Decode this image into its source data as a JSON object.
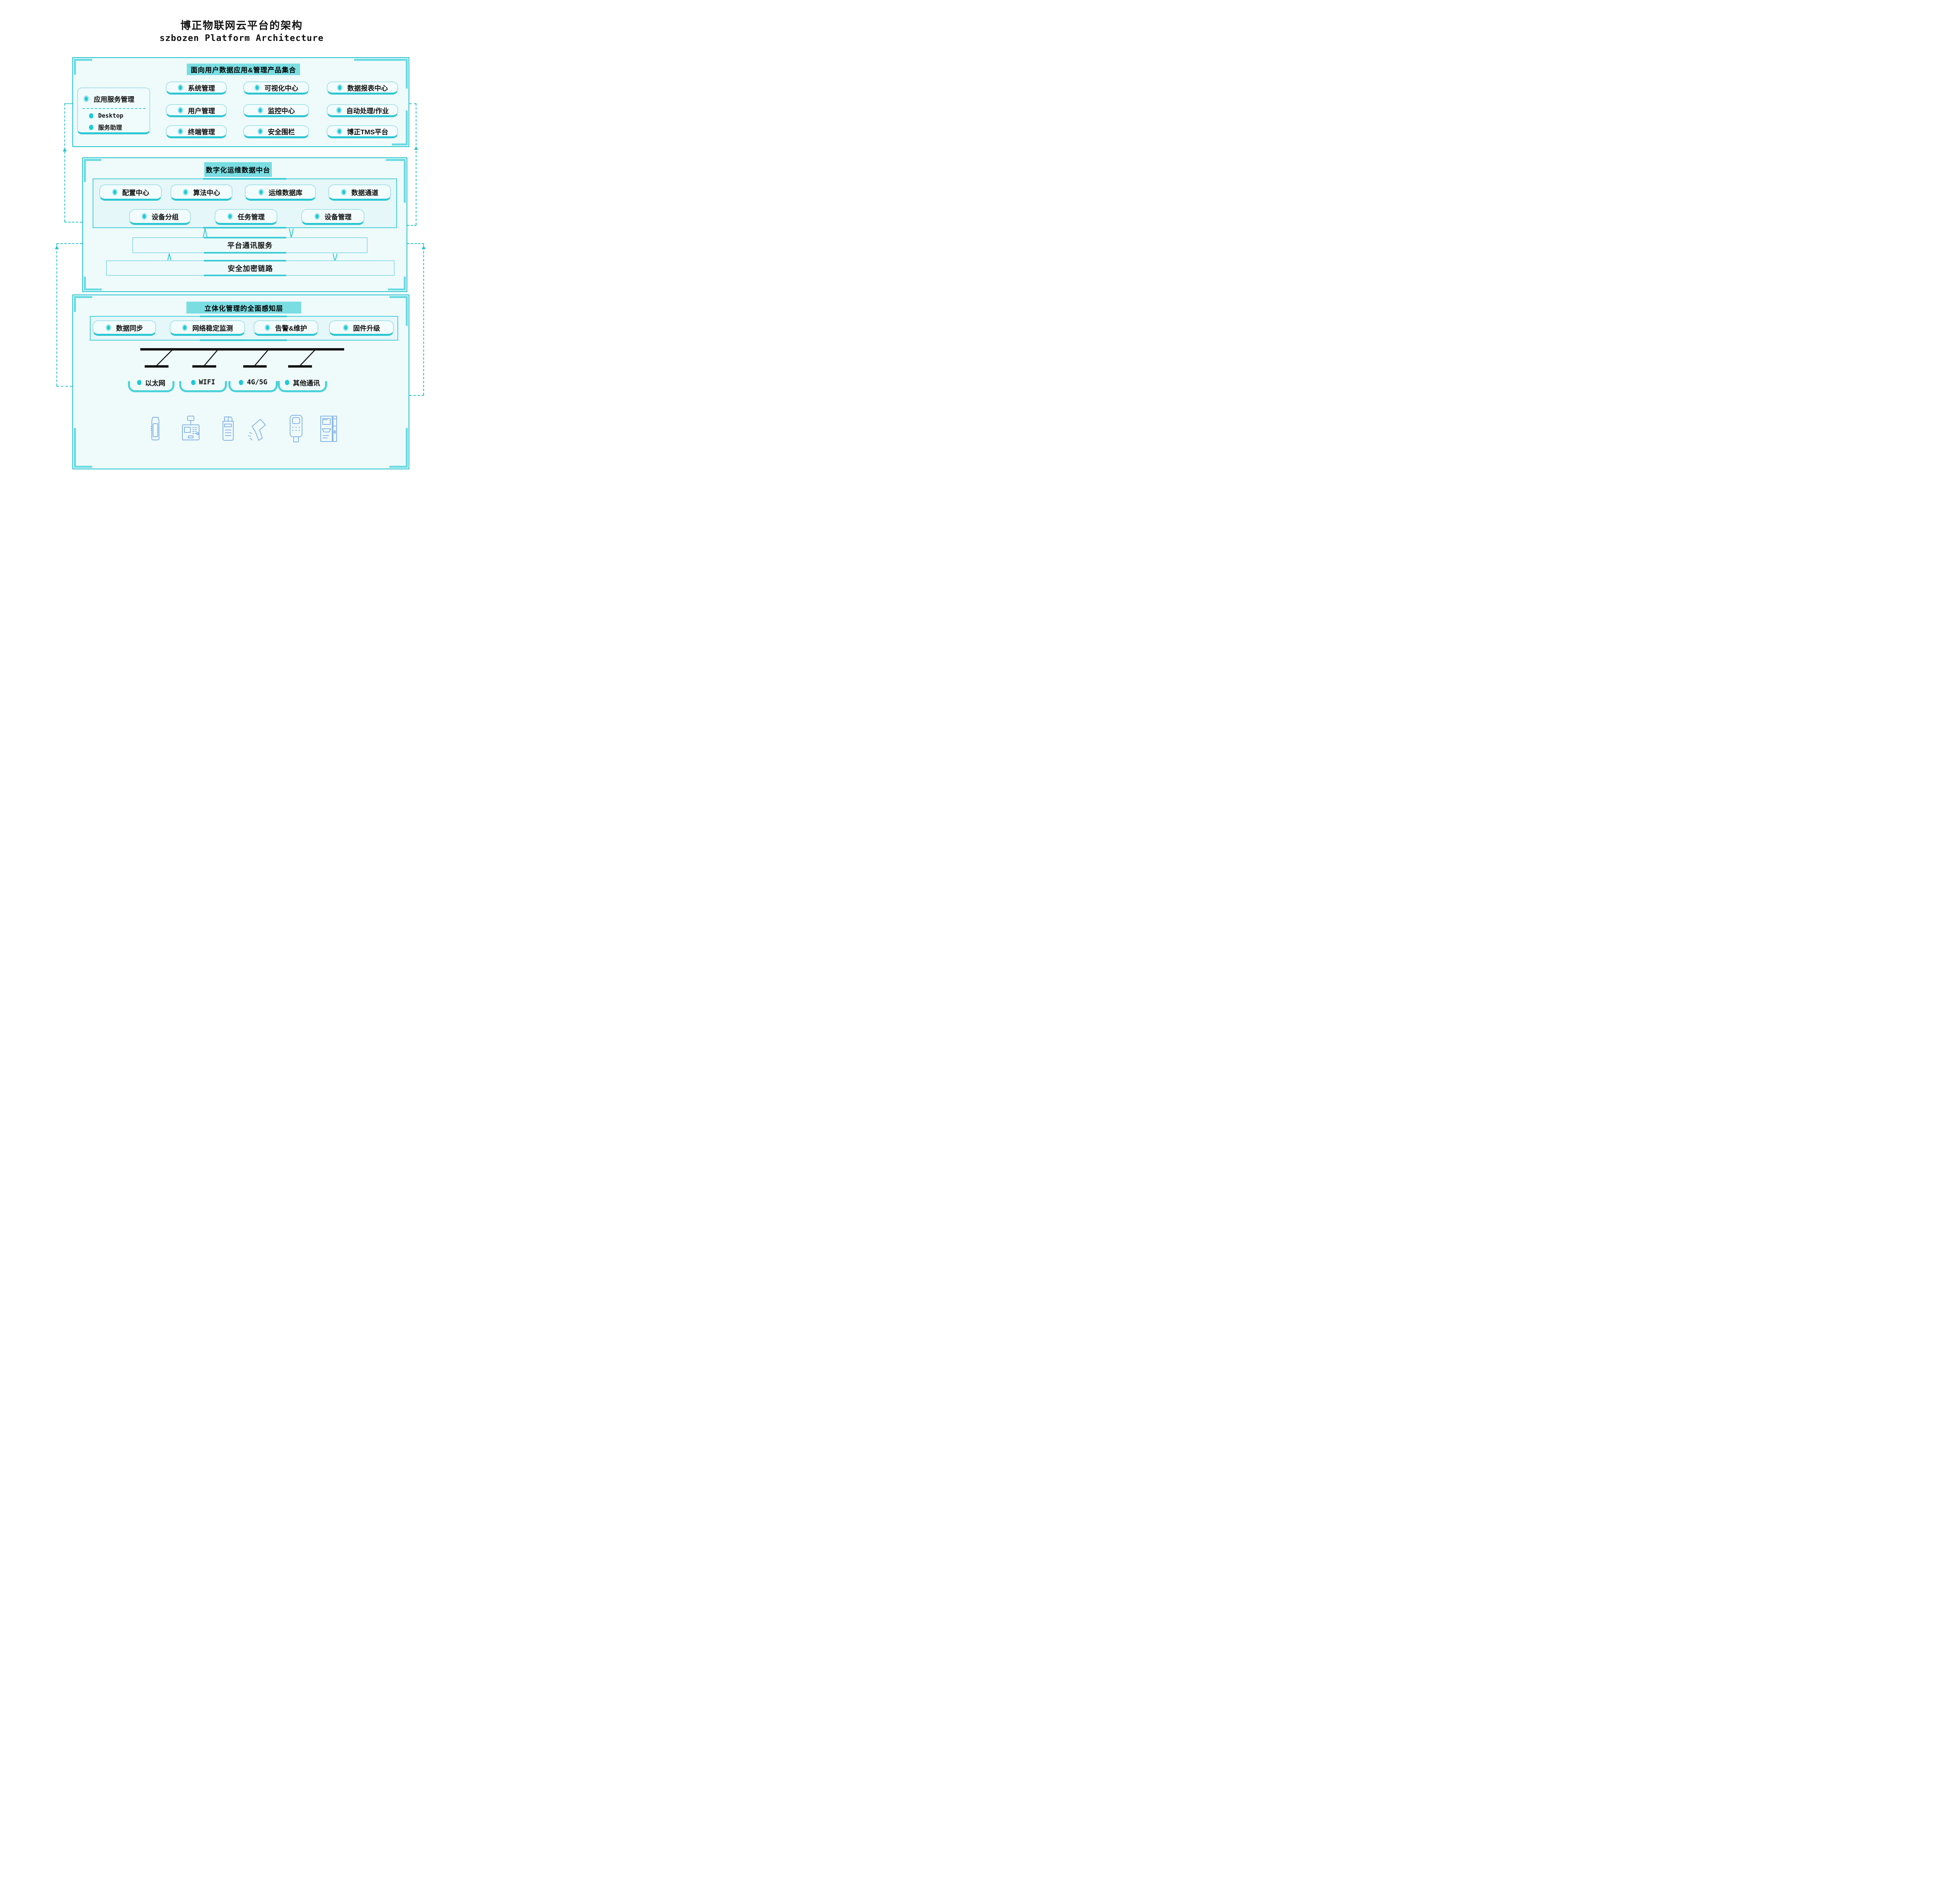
{
  "title": {
    "zh": "博正物联网云平台的架构",
    "en": "szbozen Platform Architecture"
  },
  "top_section": {
    "header": "面向用户数据应用&管理产品集合",
    "card": {
      "title": "应用服务管理",
      "items": [
        "Desktop",
        "服务助理"
      ]
    },
    "pills": [
      "系统管理",
      "可视化中心",
      "数据报表中心",
      "用户管理",
      "监控中心",
      "自动处理/作业",
      "终端管理",
      "安全围栏",
      "博正TMS平台"
    ]
  },
  "middle_section": {
    "header": "数字化运维数据中台",
    "pills_row1": [
      "配置中心",
      "算法中心",
      "运维数据库",
      "数据通道"
    ],
    "pills_row2": [
      "设备分组",
      "任务管理",
      "设备管理"
    ],
    "bar1": "平台通讯服务",
    "bar2": "安全加密链路"
  },
  "bottom_section": {
    "header": "立体化管理的全面感知层",
    "pills": [
      "数据同步",
      "网络稳定监测",
      "告警&维护",
      "固件升级"
    ],
    "networks": [
      "以太网",
      "WIFI",
      "4G/5G",
      "其他通讯"
    ],
    "devices": [
      "handheld-terminal",
      "cash-register",
      "pos-receipt-printer",
      "barcode-scanner",
      "card-reader",
      "self-service-kiosk"
    ]
  },
  "colors": {
    "accent_border": "#1ec1cb",
    "corner_bracket": "#68dbe2",
    "header_bg": "#7adde2",
    "pill_border": "#a9e3e8",
    "pill_bottom_border": "#2cc7d2",
    "bullet_core": "#1fc9d6",
    "bullet_halo": "#a9e7ec",
    "section_bg": "#effafb",
    "container_bg": "#e6f7f9",
    "device_icon": "#87b5e6",
    "bus_line": "#111111",
    "dashed_connector": "#28c3cd"
  }
}
